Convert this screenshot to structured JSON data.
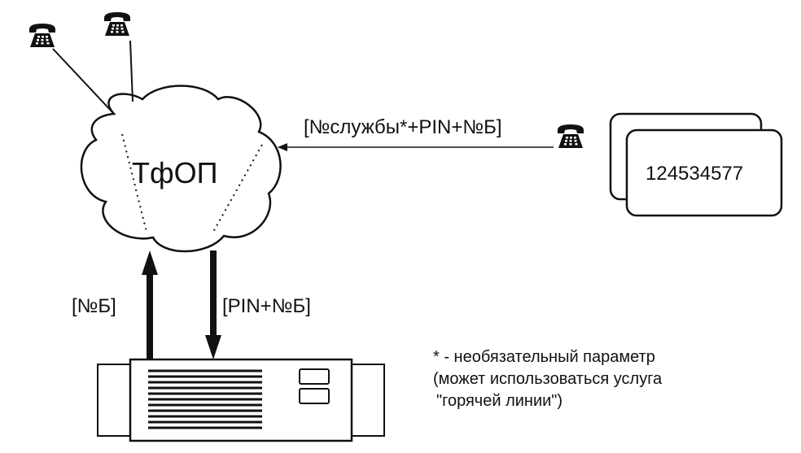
{
  "network": {
    "label": "ТфОП"
  },
  "arrows": {
    "incoming_call": "[№службы*+PIN+№Б]",
    "up_label": "[№Б]",
    "down_label": "[PIN+№Б]"
  },
  "card": {
    "number": "124534577"
  },
  "footnote": {
    "line1": "* - необязательный параметр",
    "line2": "(может использоваться услуга",
    "line3": "\"горячей линии\")"
  },
  "icons": [
    "telephone-icon",
    "telephone-icon",
    "telephone-icon",
    "cloud-network",
    "prepaid-card",
    "server-equipment"
  ]
}
